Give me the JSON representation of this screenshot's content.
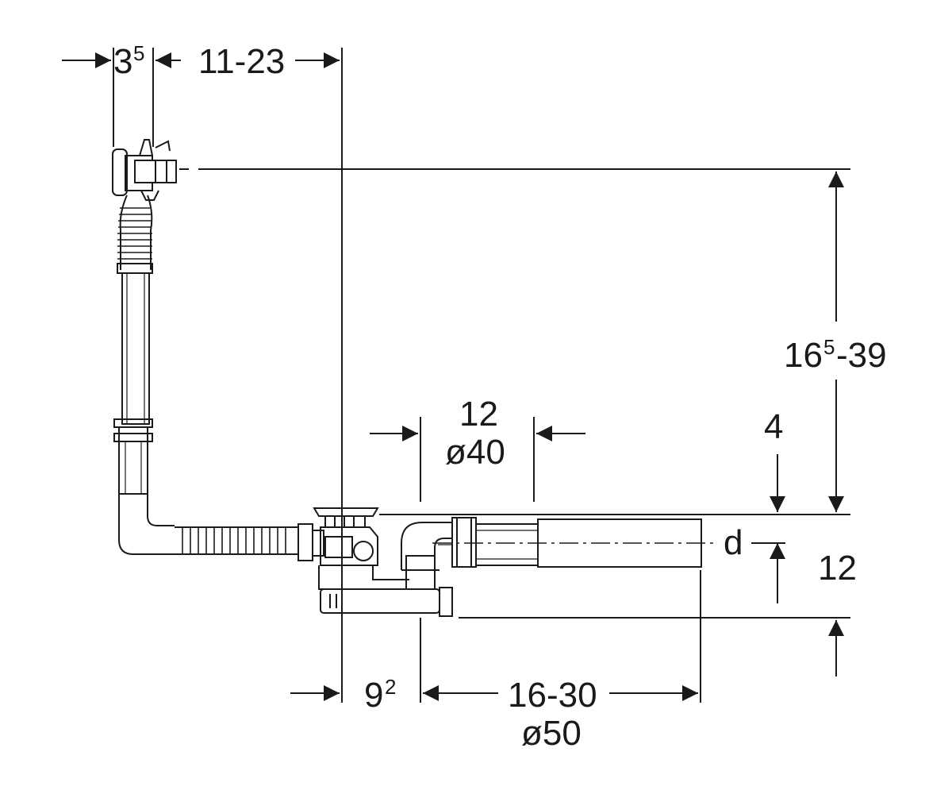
{
  "dimensions": {
    "top_left": {
      "base": "3",
      "sup": "5"
    },
    "top_span": "11-23",
    "height_range": {
      "base": "16",
      "sup": "5",
      "rest": "-39"
    },
    "outlet_offset": "12",
    "outlet_diameter": "ø40",
    "top_gap": "4",
    "d_label": "d",
    "right_height": "12",
    "bottom_left": {
      "base": "9",
      "sup": "2"
    },
    "bottom_span": "16-30",
    "bottom_diameter": "ø50"
  },
  "colors": {
    "line": "#1a1a1a",
    "fill": "#ffffff",
    "shade": "#d9d9d9"
  }
}
